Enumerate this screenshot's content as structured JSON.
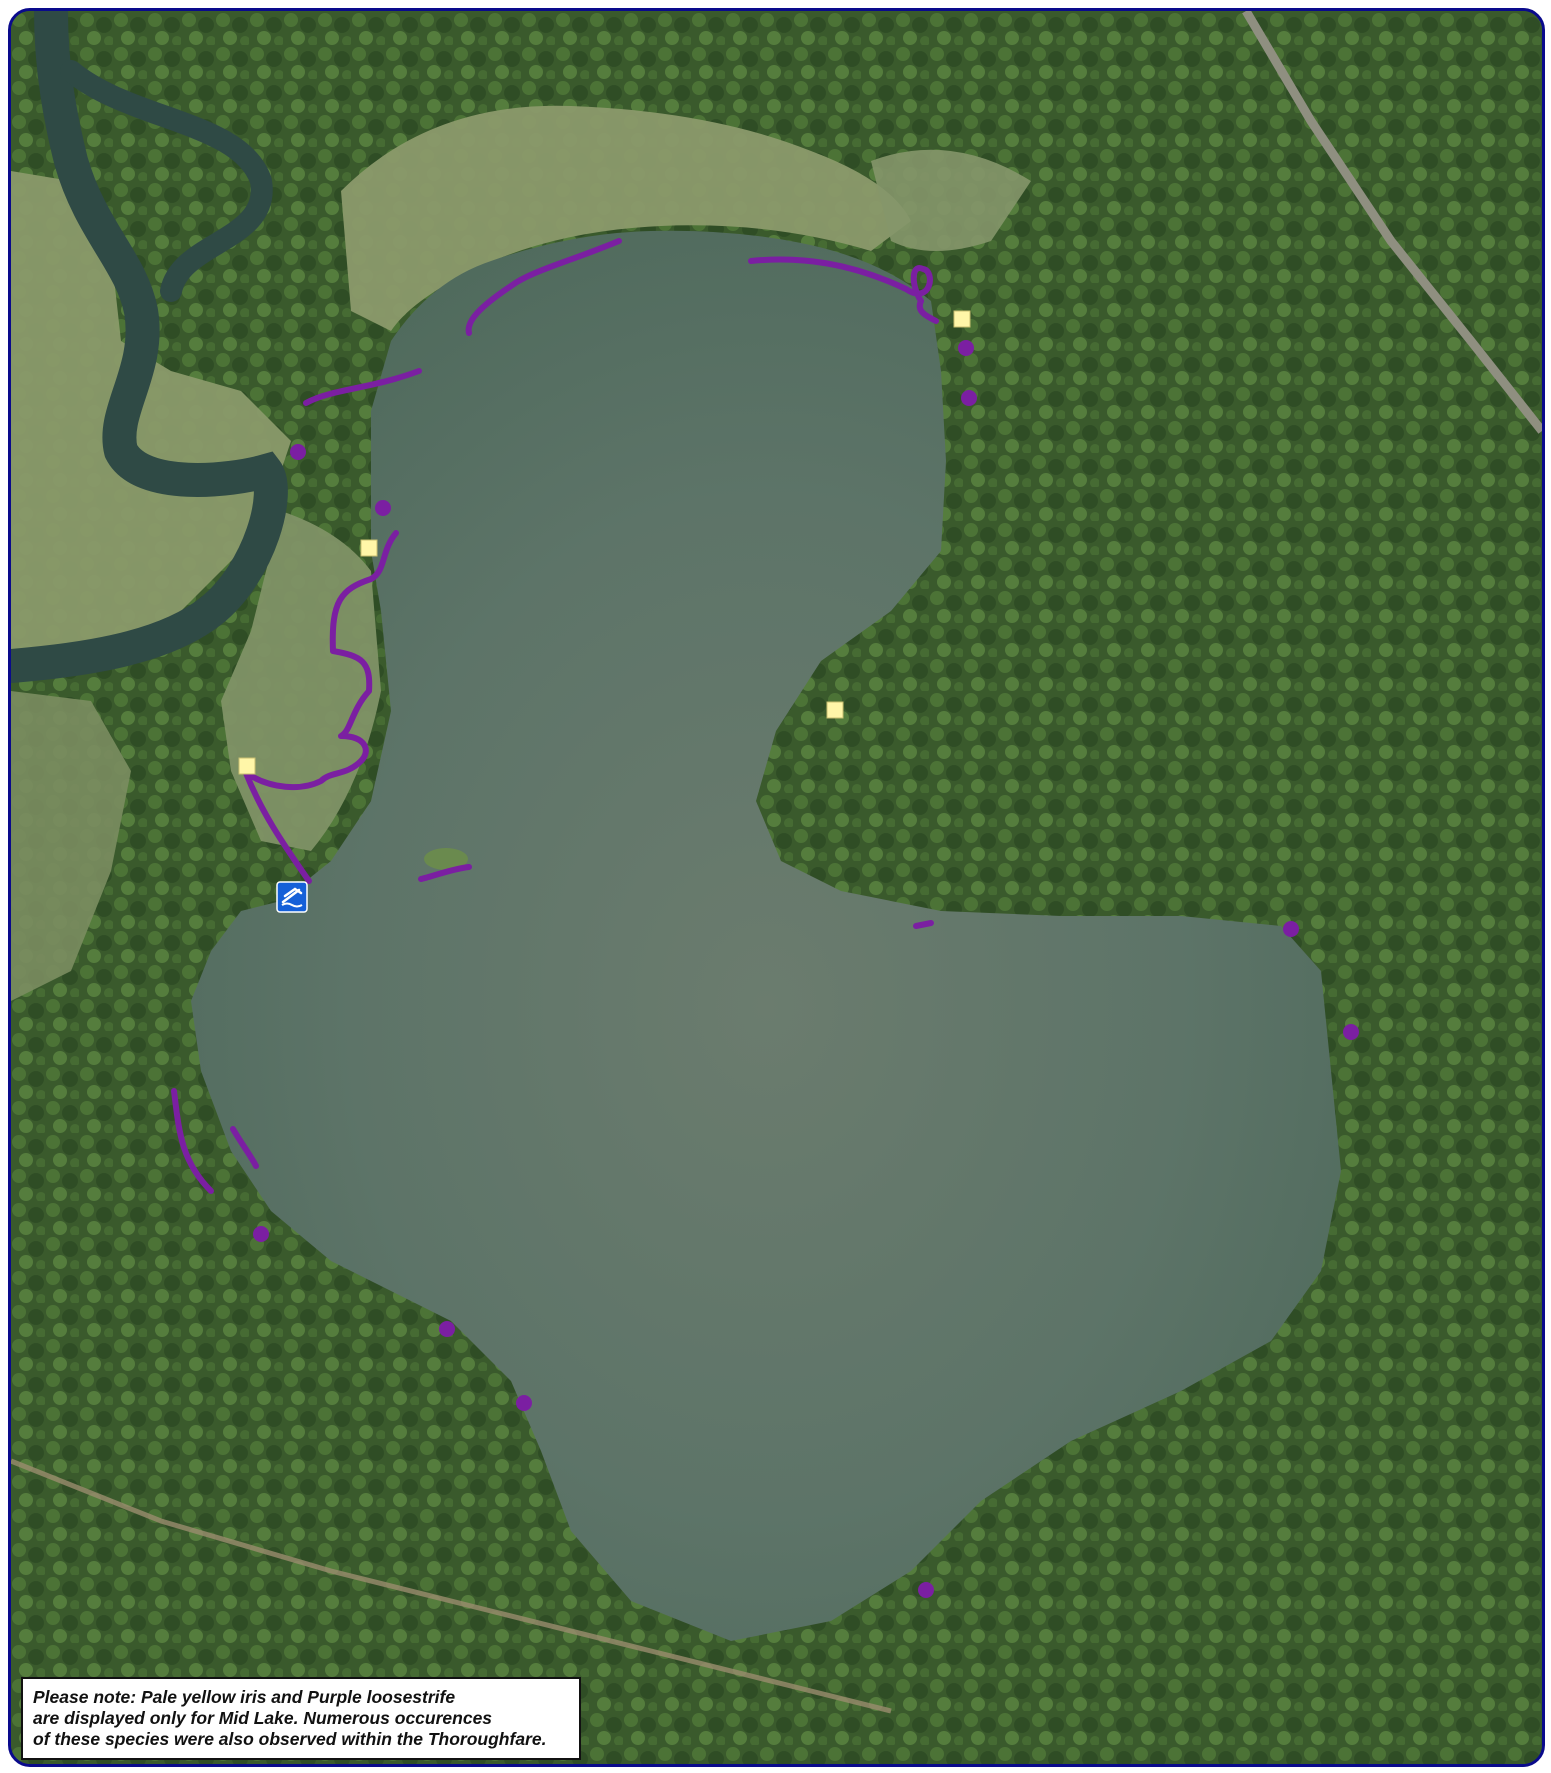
{
  "colors": {
    "frame_border": "#0a0a8c",
    "forest": "#3a5a2c",
    "water": "#5b7266",
    "marsh": "#8a9a6a",
    "river": "#2f4a45",
    "loosestrife_purple": "#7b1fa2",
    "iris_yellow": "#fff6a8",
    "boat_launch_blue": "#1560d8"
  },
  "legend_symbols": {
    "loosestrife_points": "purple-circle",
    "loosestrife_lines": "purple-line",
    "iris_points": "pale-yellow-square",
    "boat_launch": "boat-launch-icon"
  },
  "note": {
    "lines": [
      "Please note: Pale yellow iris and Purple loosestrife",
      "are displayed only for Mid Lake.  Numerous occurences",
      "of these species were also observed within the Thoroughfare."
    ]
  }
}
